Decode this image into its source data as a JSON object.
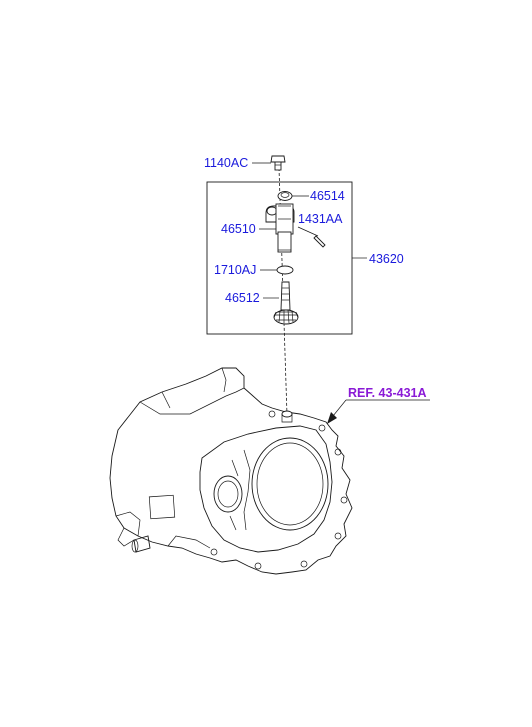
{
  "labels": {
    "bolt": "1140AC",
    "seal": "46514",
    "sensor": "46510",
    "pin": "1431AA",
    "oring": "1710AJ",
    "gear": "46512",
    "assembly": "43620",
    "reference": "REF. 43-431A"
  },
  "colors": {
    "label": "#1a1adc",
    "reference": "#8a1ad6",
    "line": "#1a1a1a"
  }
}
